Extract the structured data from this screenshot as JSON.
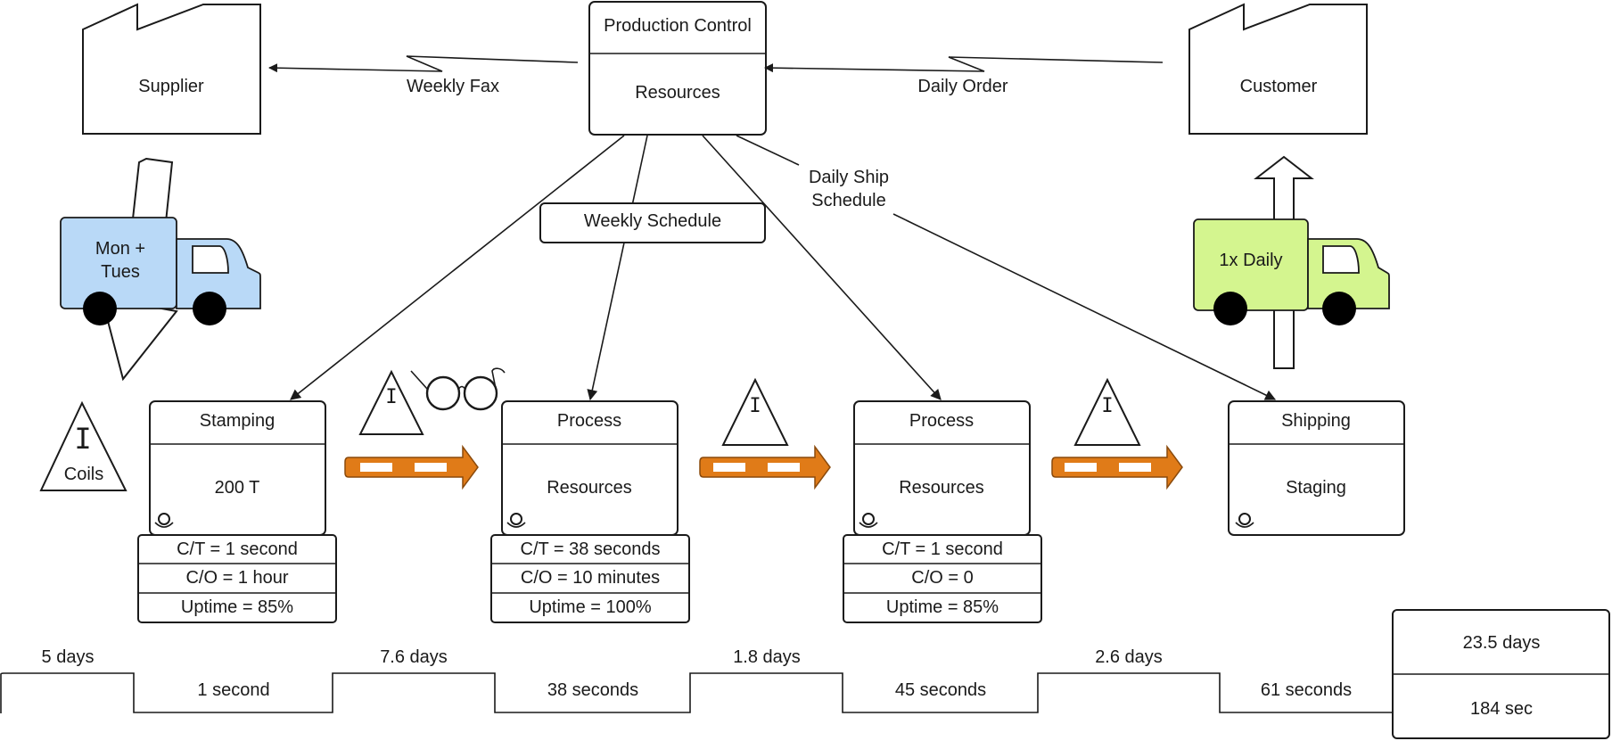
{
  "production_control": {
    "title": "Production Control",
    "subtitle": "Resources"
  },
  "supplier": {
    "label": "Supplier"
  },
  "customer": {
    "label": "Customer"
  },
  "info_flows": {
    "weekly_fax": "Weekly Fax",
    "daily_order": "Daily Order",
    "weekly_schedule": "Weekly Schedule",
    "daily_ship_line1": "Daily Ship",
    "daily_ship_line2": "Schedule"
  },
  "trucks": {
    "supplier": {
      "line1": "Mon +",
      "line2": "Tues",
      "color": "#b9d9f7"
    },
    "customer": {
      "label": "1x Daily",
      "color": "#d4f58f"
    }
  },
  "inventory": {
    "coils_symbol": "I",
    "coils_label": "Coils",
    "symbol": "I"
  },
  "push_arrow_color": "#e07b18",
  "processes": [
    {
      "title": "Stamping",
      "body": "200 T",
      "ct": "C/T = 1 second",
      "co": "C/O = 1 hour",
      "uptime": "Uptime = 85%"
    },
    {
      "title": "Process",
      "body": "Resources",
      "ct": "C/T = 38 seconds",
      "co": "C/O = 10 minutes",
      "uptime": "Uptime = 100%"
    },
    {
      "title": "Process",
      "body": "Resources",
      "ct": "C/T = 1 second",
      "co": "C/O = 0",
      "uptime": "Uptime = 85%"
    },
    {
      "title": "Shipping",
      "body": "Staging"
    }
  ],
  "timeline": {
    "waits": [
      "5 days",
      "7.6 days",
      "1.8 days",
      "2.6 days"
    ],
    "process_times": [
      "1 second",
      "38 seconds",
      "45 seconds",
      "61 seconds"
    ],
    "total_lead": "23.5 days",
    "total_process": "184 sec"
  }
}
